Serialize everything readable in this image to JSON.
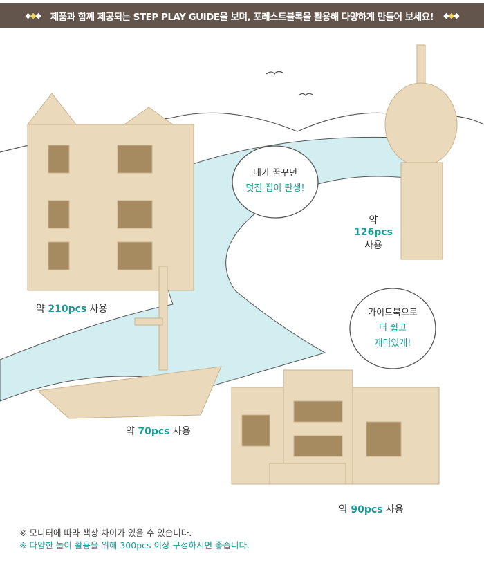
{
  "banner": {
    "text": "제품과 함께 제공되는 STEP PLAY GUIDE을 보며, 포레스트블록을 활용해 다양하게 만들어 보세요!"
  },
  "labels": {
    "house": {
      "prefix": "약 ",
      "count": "210pcs",
      "suffix": " 사용"
    },
    "tower": {
      "prefix": "약 ",
      "count": "126pcs",
      "suffix": "사용"
    },
    "ship": {
      "prefix": "약 ",
      "count": "70pcs",
      "suffix": " 사용"
    },
    "building": {
      "prefix": "약 ",
      "count": "90pcs",
      "suffix": " 사용"
    }
  },
  "bubbles": {
    "dream": {
      "line1": "내가 꿈꾸던",
      "line2": "멋진 집이 탄생!"
    },
    "guide": {
      "line1": "가이드북으로",
      "line2": "더 쉽고",
      "line3": "재미있게!"
    }
  },
  "notes": {
    "note1": "※ 모니터에 따라 색상 차이가 있을 수 있습니다.",
    "note2": "※ 다양한 놀이 활용을 위해 300pcs 이상 구성하시면 좋습니다."
  },
  "colors": {
    "banner": "#63554b",
    "accent": "#1a9c96",
    "river": "#d3eef1",
    "wood": "#ead9bb"
  }
}
